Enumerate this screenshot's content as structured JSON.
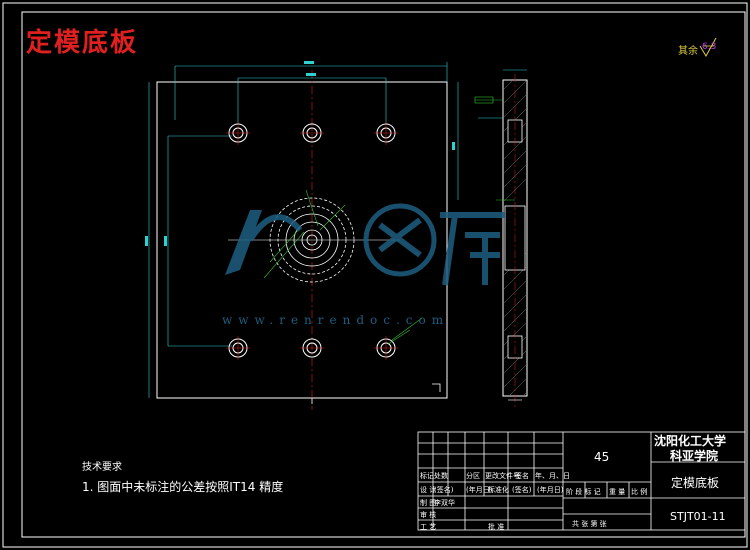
{
  "title": "定模底板",
  "roughness": {
    "label": "其余",
    "value": "6.3"
  },
  "tech": {
    "heading": "技术要求",
    "line1": "1. 图面中未标注的公差按照IT14 精度"
  },
  "watermark": {
    "url": "www.renrendoc.com"
  },
  "titleblock": {
    "material": "45",
    "school_line1": "沈阳化工大学",
    "school_line2": "科亚学院",
    "part_name": "定模底板",
    "drawing_no": "STJT01-11",
    "row_labels": [
      "标记",
      "设 计",
      "制 图",
      "审 核",
      "工 艺"
    ],
    "row_designer": "(签名)",
    "row_date": "(年月日)",
    "row_std": "标准化",
    "row_sign": "(签名)",
    "row_date2": "(年月日)",
    "col_headers": [
      "处数",
      "分区",
      "更改文件号",
      "签名",
      "年、月、日"
    ],
    "drafter": "李双华",
    "approve": "批 准",
    "stage_label": "阶 段 标 记",
    "weight_label": "重 量",
    "scale_label": "比 例",
    "sheet_label": "共  张  第  张"
  },
  "colors": {
    "frame": "#ffffff",
    "cyan": "#2fd0d0",
    "yellow": "#e0d040",
    "red": "#e02020",
    "green": "#30c030",
    "watermark": "#1e5e80"
  }
}
